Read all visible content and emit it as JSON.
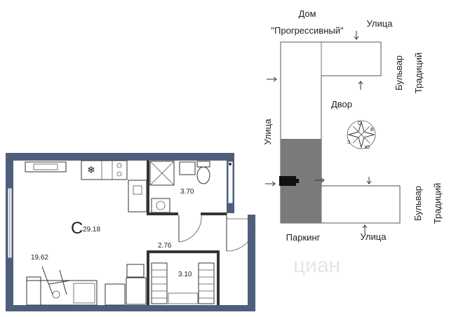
{
  "floorplan": {
    "rooms": {
      "main_label": "С",
      "main_area": "29.18",
      "living_area": "19.62",
      "bathroom_area": "3.70",
      "hall_area": "2.76",
      "storage_area": "3.10"
    }
  },
  "siteplan": {
    "building_label_line1": "Дом",
    "building_label_line2": "\"Прогрессивный\"",
    "street_top": "Улица",
    "street_left": "Улица",
    "street_bottom": "Улица",
    "boulevard_top_line1": "Бульвар",
    "boulevard_top_line2": "Традиций",
    "boulevard_bottom_line1": "Бульвар",
    "boulevard_bottom_line2": "Традиций",
    "courtyard": "Двор",
    "parking": "Паркинг",
    "compass": {
      "n": "С",
      "e": "В",
      "s": "Ю",
      "w": "З"
    }
  },
  "watermark": "циан",
  "colors": {
    "wall": "#4e5f7d",
    "parking": "#7a7a7a",
    "apartment_marker": "#111111"
  }
}
